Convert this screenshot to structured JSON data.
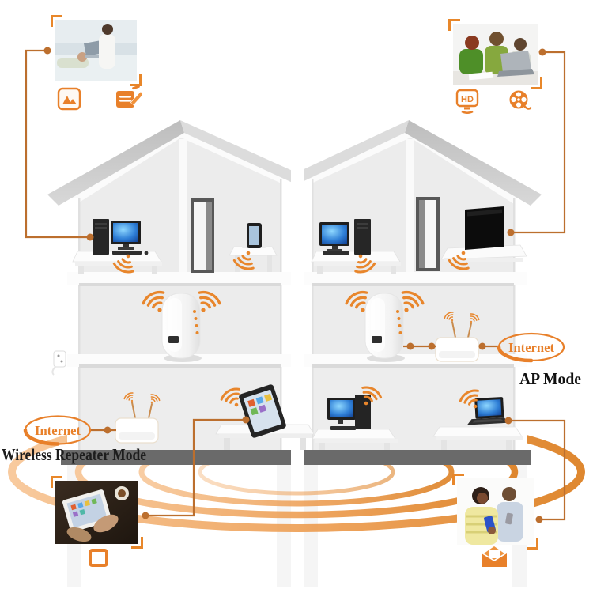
{
  "colors": {
    "accent_orange": "#E8802A",
    "wifi_fan_orange": "#E8862C",
    "connector_orange": "#BC6F2E",
    "arc_gradient_start": "#F7C493",
    "arc_gradient_end": "#DB7A18",
    "floor_band_gray": "#6A6A6A",
    "screen_blue": "#2F7FD6",
    "tv_black": "#0C0C0C"
  },
  "left_scene": {
    "internet_label": "Internet",
    "mode_label": "Wireless Repeater Mode",
    "devices": [
      "desktop-computer",
      "smartphone",
      "wifi-repeater",
      "router",
      "tablet"
    ]
  },
  "right_scene": {
    "internet_label": "Internet",
    "mode_label": "AP Mode",
    "devices": [
      "desktop-computer",
      "tv",
      "wifi-repeater",
      "router",
      "desktop-computer",
      "laptop"
    ]
  },
  "icons": {
    "hd_label": "HD",
    "top_left": [
      "image-icon",
      "document-edit-icon"
    ],
    "top_right": [
      "hd-screen-icon",
      "film-reel-icon"
    ],
    "bottom_left": [
      "square-frame-icon"
    ],
    "bottom_right": [
      "mail-icon"
    ]
  }
}
